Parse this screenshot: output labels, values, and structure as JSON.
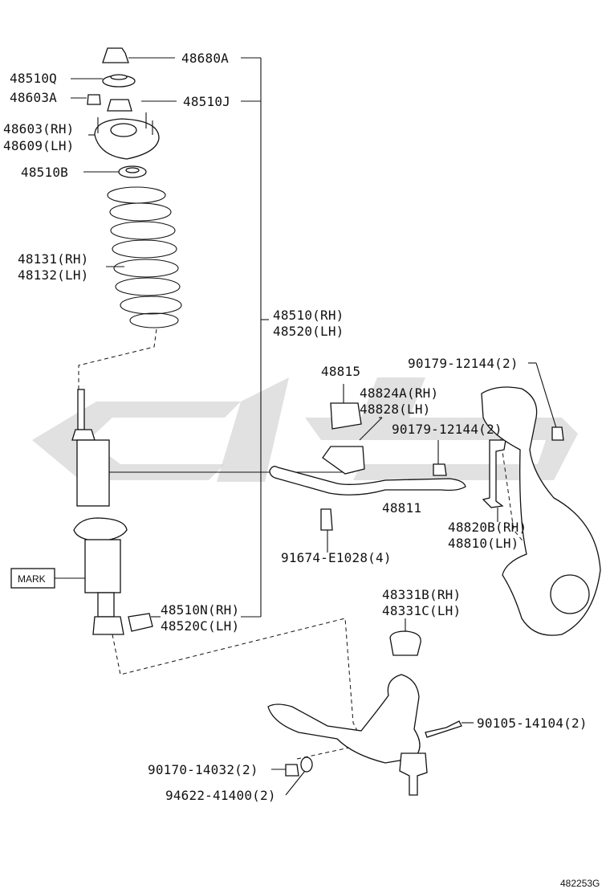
{
  "diagram": {
    "labels": {
      "p48680A": "48680A",
      "p48510Q": "48510Q",
      "p48603A": "48603A",
      "p48510J": "48510J",
      "p48603RH": "48603(RH)",
      "p48609LH": "48609(LH)",
      "p48510B": "48510B",
      "p48131RH": "48131(RH)",
      "p48132LH": "48132(LH)",
      "p48510RH": "48510(RH)",
      "p48520LH": "48520(LH)",
      "p48815": "48815",
      "p48824A": "48824A(RH)",
      "p48828": "48828(LH)",
      "p90179a": "90179-12144(2)",
      "p90179b": "90179-12144(2)",
      "p48811": "48811",
      "p48820B": "48820B(RH)",
      "p48810": "48810(LH)",
      "p91674": "91674-E1028(4)",
      "mark": "MARK",
      "p48510N": "48510N(RH)",
      "p48520C": "48520C(LH)",
      "p48331B": "48331B(RH)",
      "p48331C": "48331C(LH)",
      "p90105": "90105-14104(2)",
      "p90170": "90170-14032(2)",
      "p94622": "94622-41400(2)",
      "figure_code": "482253G"
    }
  }
}
